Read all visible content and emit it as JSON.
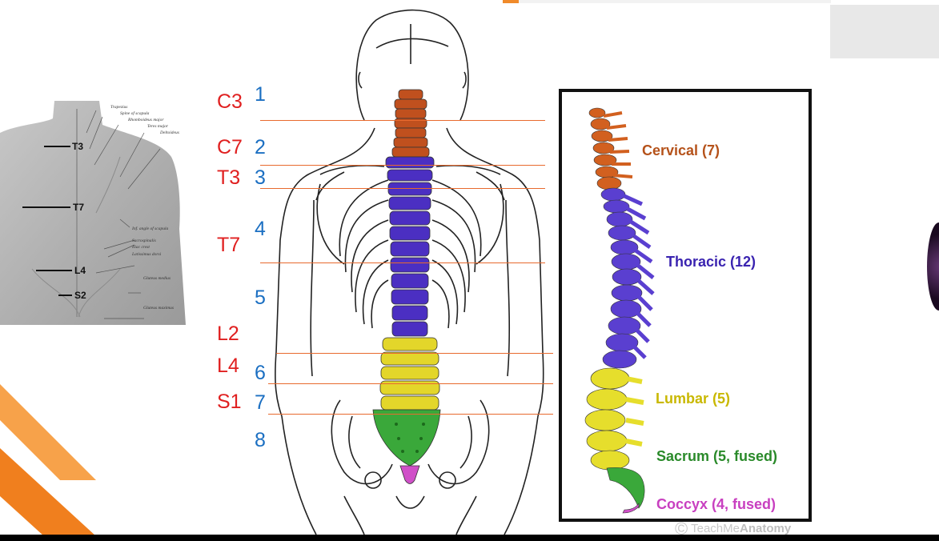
{
  "back_photo": {
    "labels": [
      "T3",
      "T7",
      "L4",
      "S2"
    ],
    "muscle_annotations": [
      "Trapezius",
      "Spine of scapula",
      "Rhomboideus major",
      "Teres major",
      "Deltoideus",
      "Inf. angle of scapula",
      "Sacrospinalis",
      "Iliac crest",
      "Latissimus dorsi",
      "Gluteus medius",
      "Gluteus maximus"
    ]
  },
  "vertebra_labels": [
    "C3",
    "C7",
    "T3",
    "T7",
    "L2",
    "L4",
    "S1"
  ],
  "number_labels": [
    "1",
    "2",
    "3",
    "4",
    "5",
    "6",
    "7",
    "8"
  ],
  "spine_regions": [
    {
      "label": "Cervical (7)",
      "color": "#c0501e"
    },
    {
      "label": "Thoracic (12)",
      "color": "#4b2fc2"
    },
    {
      "label": "Lumbar (5)",
      "color": "#d6cc18"
    },
    {
      "label": "Sacrum (5, fused)",
      "color": "#2e9e2e"
    },
    {
      "label": "Coccyx (4, fused)",
      "color": "#d040c0"
    }
  ],
  "watermark": {
    "symbol": "©",
    "text_light": "TeachMe",
    "text_bold": "Anatomy"
  },
  "colors": {
    "accent_orange": "#f07f1e",
    "label_red": "#e02020",
    "label_blue": "#1b6fc2",
    "guide_line": "#e86a2e"
  }
}
